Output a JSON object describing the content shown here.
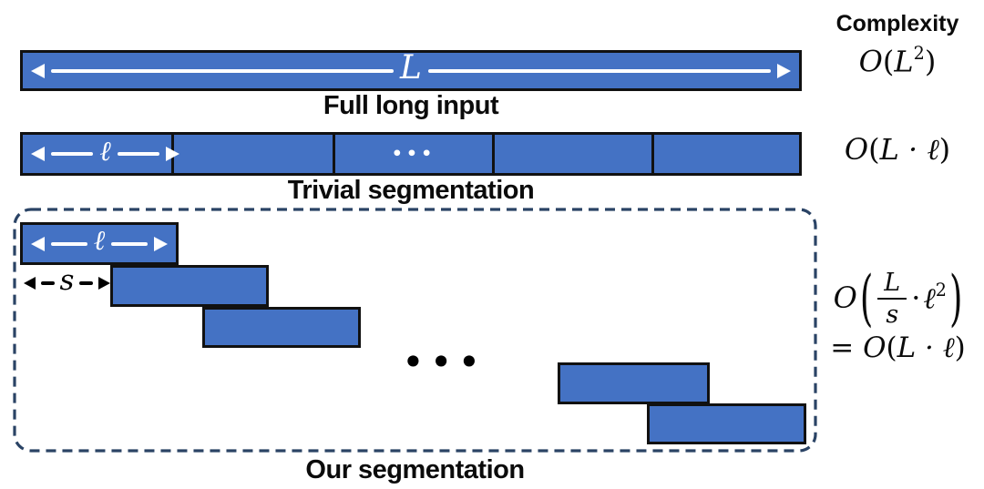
{
  "header": {
    "complexity": "Complexity"
  },
  "full_input": {
    "caption": "Full long input",
    "length_label": "L",
    "formula": {
      "O": "O",
      "open": "(",
      "var": "L",
      "sup": "2",
      "close": ")"
    }
  },
  "trivial": {
    "caption": "Trivial segmentation",
    "segment_label": "ℓ",
    "ellipsis": "•••",
    "formula": {
      "O": "O",
      "open": "(",
      "body": "L · ℓ",
      "close": ")"
    }
  },
  "ours": {
    "caption": "Our segmentation",
    "segment_label": "ℓ",
    "stride_label": "s",
    "ellipsis": "•••",
    "formula_line1": {
      "O": "O",
      "open": "(",
      "num": "L",
      "den": "s",
      "dot": "·",
      "var": "ℓ",
      "sup": "2",
      "close": ")"
    },
    "formula_line2": {
      "eq": "= ",
      "O": "O",
      "open": "(",
      "body": "L · ℓ",
      "close": ")"
    }
  },
  "colors": {
    "bar_blue": "#4472c4",
    "bar_border": "#111111",
    "dash_border": "#2a4365"
  }
}
